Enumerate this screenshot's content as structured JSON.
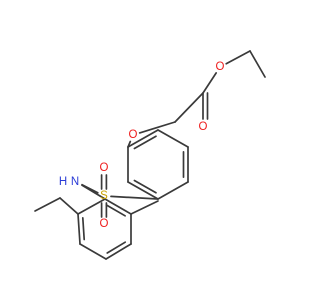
{
  "molecule": {
    "atoms": [
      {
        "id": "sulfur",
        "symbol": "S",
        "color": "#c9a100"
      },
      {
        "id": "sulfonyl-oxygen-top",
        "symbol": "O",
        "color": "#ee1c1c"
      },
      {
        "id": "sulfonyl-oxygen-bottom",
        "symbol": "O",
        "color": "#ee1c1c"
      },
      {
        "id": "amine-nitrogen",
        "symbol": "N",
        "color": "#2a3bd6"
      },
      {
        "id": "amine-hydrogen",
        "symbol": "H",
        "color": "#2a3bd6"
      },
      {
        "id": "ether-oxygen",
        "symbol": "O",
        "color": "#ee1c1c"
      },
      {
        "id": "carbonyl-oxygen",
        "symbol": "O",
        "color": "#ee1c1c"
      },
      {
        "id": "ester-oxygen",
        "symbol": "O",
        "color": "#ee1c1c"
      }
    ],
    "bond_color": "#3a3a3a"
  }
}
